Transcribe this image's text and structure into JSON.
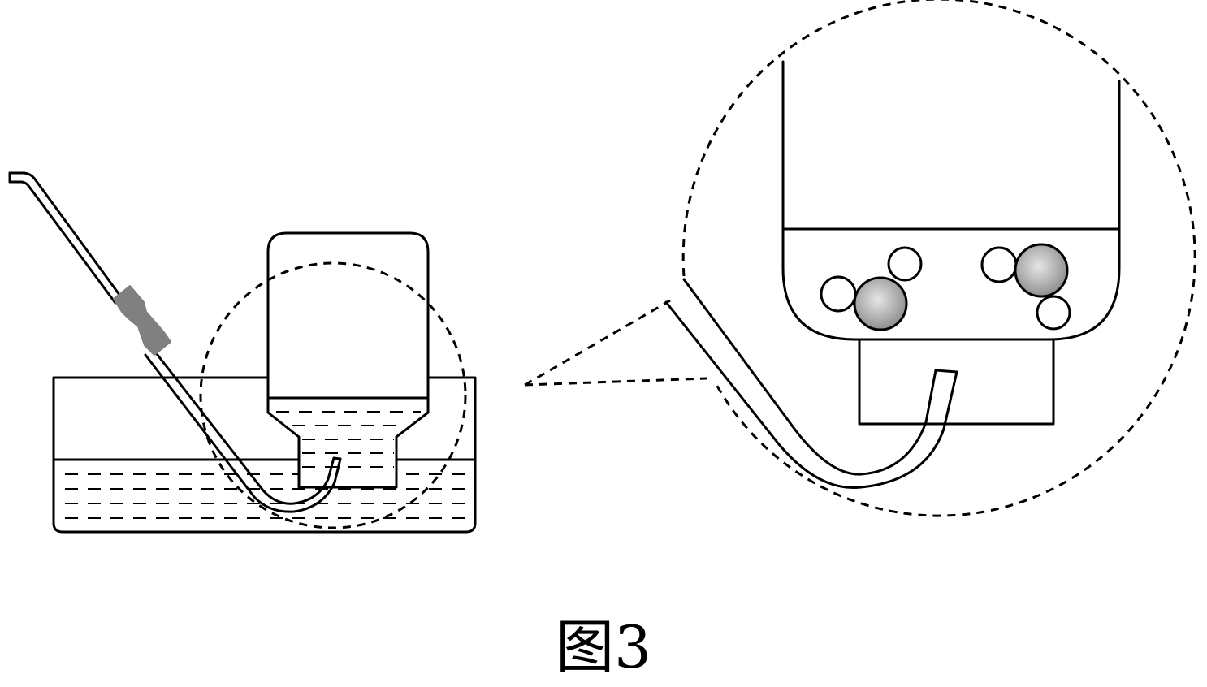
{
  "figure": {
    "caption": "图3"
  },
  "colors": {
    "stroke": "#000000",
    "rubber_joint": "#808080",
    "large_bubble_light": "#e6e6e6",
    "large_bubble_dark": "#8c8c8c",
    "background": "#ffffff"
  },
  "parts": {
    "trough": "water-trough",
    "bottle": "inverted-gas-bottle",
    "tube": "bent-delivery-tube",
    "joint": "rubber-tube-connector",
    "magnifier": "magnified-detail-circle"
  }
}
